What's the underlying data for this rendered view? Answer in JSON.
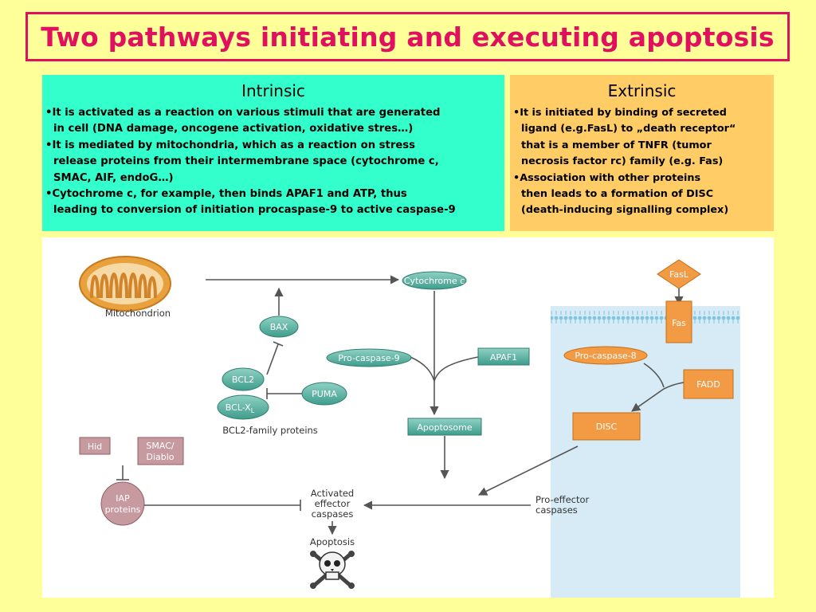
{
  "title": "Two pathways initiating and executing apoptosis",
  "intrinsic": {
    "heading": "Intrinsic",
    "bullets": [
      "It is activated as a reaction on various stimuli that are generated\nin cell (DNA damage, oncogene activation, oxidative stres…)",
      "It is mediated by mitochondria, which as a reaction on stress\nrelease proteins from their intermembrane space (cytochrome c,\nSMAC, AIF, endoG…)",
      "Cytochrome c, for example, then binds APAF1 and ATP, thus\nleading to conversion of initiation procaspase-9 to active caspase-9"
    ]
  },
  "extrinsic": {
    "heading": "Extrinsic",
    "bullets": [
      "It is initiated by binding of secreted\nligand (e.g.FasL) to „death receptor“\nthat is a member of TNFR (tumor\nnecrosis factor rc) family (e.g. Fas)",
      "Association with other proteins\nthen leads to a formation of DISC\n(death-inducing signalling complex)"
    ]
  },
  "diagram": {
    "mitochondrion": "Mitochondrion",
    "cytochrome_c": "Cytochrome c",
    "bax": "BAX",
    "bcl2": "BCL2",
    "bclxl": "BCL-X",
    "bclxl_sub": "L",
    "puma": "PUMA",
    "bcl2_family": "BCL2-family proteins",
    "procaspase9": "Pro-caspase-9",
    "apaf1": "APAF1",
    "apoptosome": "Apoptosome",
    "fasl": "FasL",
    "fas": "Fas",
    "procaspase8": "Pro-caspase-8",
    "fadd": "FADD",
    "disc": "DISC",
    "hid": "Hid",
    "smac_line1": "SMAC/",
    "smac_line2": "Diablo",
    "iap_line1": "IAP",
    "iap_line2": "proteins",
    "activated_line1": "Activated",
    "activated_line2": "effector",
    "activated_line3": "caspases",
    "pro_effector_line1": "Pro-effector",
    "pro_effector_line2": "caspases",
    "apoptosis": "Apoptosis",
    "colors": {
      "teal": "#5fb6a6",
      "orange": "#f39a45",
      "mauve": "#c79aa0",
      "membrane": "#cfe6f2"
    }
  }
}
